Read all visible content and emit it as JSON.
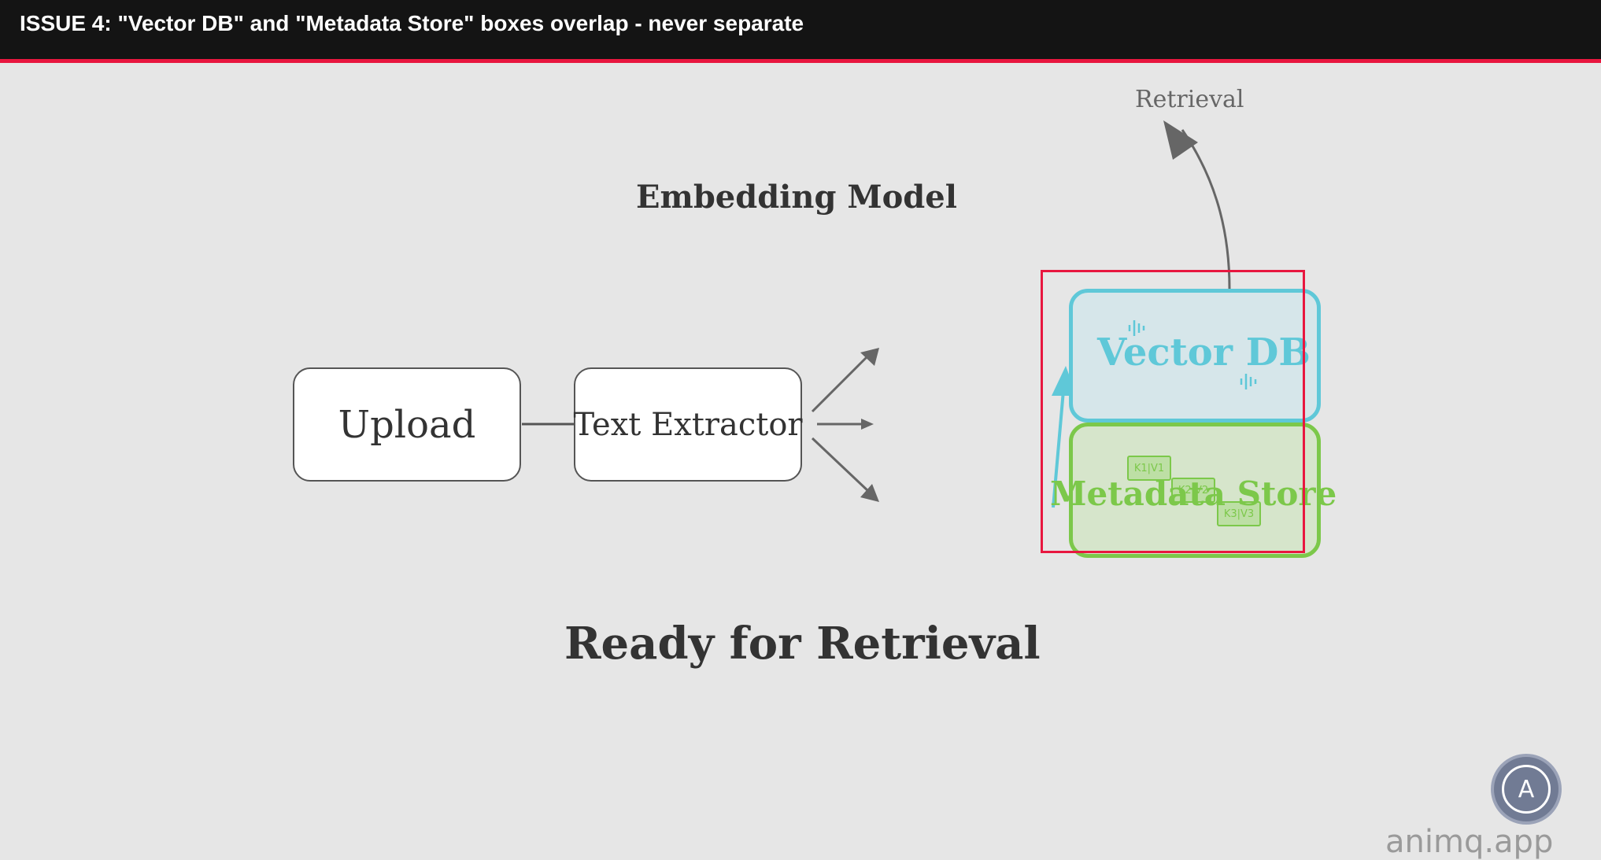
{
  "header": {
    "issue_text": "ISSUE 4: \"Vector DB\" and \"Metadata Store\" boxes overlap - never separate",
    "bar_color": "#141414",
    "accent_color": "#e8173f"
  },
  "diagram": {
    "upload_label": "Upload",
    "extractor_label": "Text Extractor",
    "embedding_heading": "Embedding Model",
    "ready_heading": "Ready for Retrieval",
    "retrieval_label": "Retrieval",
    "vector_db_label": "Vector DB",
    "metadata_store_label": "Metadata Store",
    "kv_chips": [
      "K1|V1",
      "K2|V2",
      "K3|V3"
    ],
    "colors": {
      "vector_db": "#5fc8d8",
      "metadata_store": "#7cc84a",
      "arrow": "#666666",
      "highlight": "#e8173f"
    }
  },
  "branding": {
    "logo_letter": "A",
    "logo_icon": "animq-logo-icon",
    "watermark": "animq.app"
  }
}
